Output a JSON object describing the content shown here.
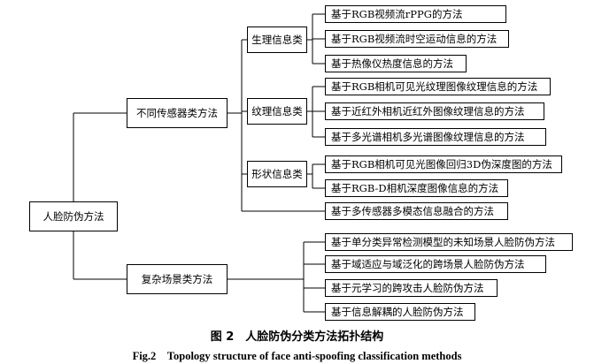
{
  "root": "人脸防伪方法",
  "groups": [
    {
      "label": "不同传感器类方法",
      "subgroups": [
        {
          "label": "生理信息类",
          "leaves": [
            "基于RGB视频流rPPG的方法",
            "基于RGB视频流时空运动信息的方法",
            "基于热像仪热度信息的方法"
          ]
        },
        {
          "label": "纹理信息类",
          "leaves": [
            "基于RGB相机可见光纹理图像纹理信息的方法",
            "基于近红外相机近红外图像纹理信息的方法",
            "基于多光谱相机多光谱图像纹理信息的方法"
          ]
        },
        {
          "label": "形状信息类",
          "leaves": [
            "基于RGB相机可见光图像回归3D伪深度图的方法",
            "基于RGB-D相机深度图像信息的方法"
          ]
        }
      ],
      "direct_leaf": "基于多传感器多模态信息融合的方法"
    },
    {
      "label": "复杂场景类方法",
      "leaves": [
        "基于单分类异常检测模型的未知场景人脸防伪方法",
        "基于域适应与域泛化的跨场景人脸防伪方法",
        "基于元学习的跨攻击人脸防伪方法",
        "基于信息解耦的人脸防伪方法"
      ]
    }
  ],
  "caption_cn": "图 2　人脸防伪分类方法拓扑结构",
  "caption_en": "Fig.2　Topology structure of face anti-spoofing classification methods"
}
